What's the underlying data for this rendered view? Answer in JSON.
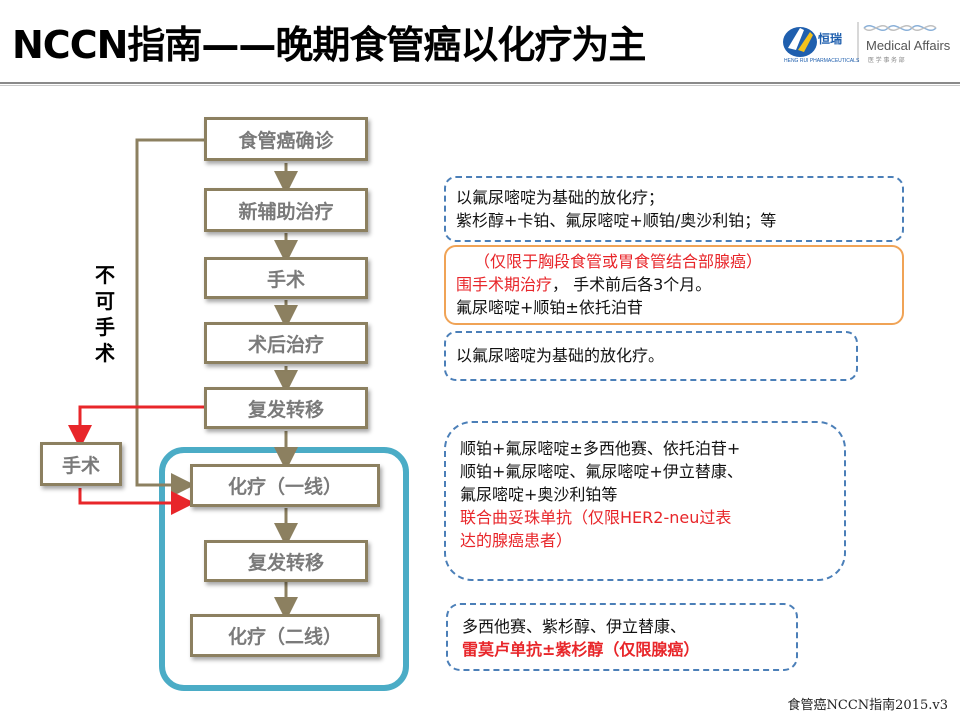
{
  "slide": {
    "title": "NCCN指南——晚期食管癌以化疗为主",
    "footer": "食管癌NCCN指南2015.v3"
  },
  "logo": {
    "brand_cn": "恒瑞",
    "brand_en": "HENG RUI PHARMACEUTICALS",
    "department": "Medical Affairs",
    "department_sub": "医 学 事 务 部"
  },
  "flow": {
    "diagnosis": "食管癌确诊",
    "neoadjuvant": "新辅助治疗",
    "surgery": "手术",
    "postop": "术后治疗",
    "recurrence1": "复发转移",
    "chemo_first": "化疗（一线）",
    "recurrence2": "复发转移",
    "chemo_second": "化疗（二线）",
    "side_surgery": "手术",
    "inoperable": [
      "不",
      "可",
      "手",
      "术"
    ]
  },
  "notes": {
    "neoadjuvant": [
      "以氟尿嘧啶为基础的放化疗；",
      "紫杉醇+卡铂、氟尿嘧啶+顺铂/奥沙利铂；等"
    ],
    "periop": {
      "line1": "（仅限于胸段食管或胃食管结合部腺癌）",
      "line2_red": "围手术期治疗",
      "line2_rest": "， 手术前后各3个月。",
      "line3": "氟尿嘧啶+顺铂±依托泊苷"
    },
    "postop": "以氟尿嘧啶为基础的放化疗。",
    "first_line": {
      "lines": [
        "顺铂+氟尿嘧啶±多西他赛、依托泊苷+",
        "顺铂+氟尿嘧啶、氟尿嘧啶+伊立替康、",
        "氟尿嘧啶+奥沙利铂等"
      ],
      "red_lines": [
        "联合曲妥珠单抗（仅限HER2-neu过表",
        "达的腺癌患者）"
      ]
    },
    "second_line": {
      "line1": "多西他赛、紫杉醇、伊立替康、",
      "line2_red": "雷莫卢单抗±紫杉醇（仅限腺癌）"
    }
  },
  "colors": {
    "flow_border": "#8c8060",
    "flow_text": "#7a7a7a",
    "arrow": "#8c8060",
    "red_arrow": "#e8262a",
    "blue_frame": "#4bacc6",
    "dashed_blue": "#4b7fb8",
    "orange": "#f0a356",
    "emphasis_red": "#e8262a"
  }
}
